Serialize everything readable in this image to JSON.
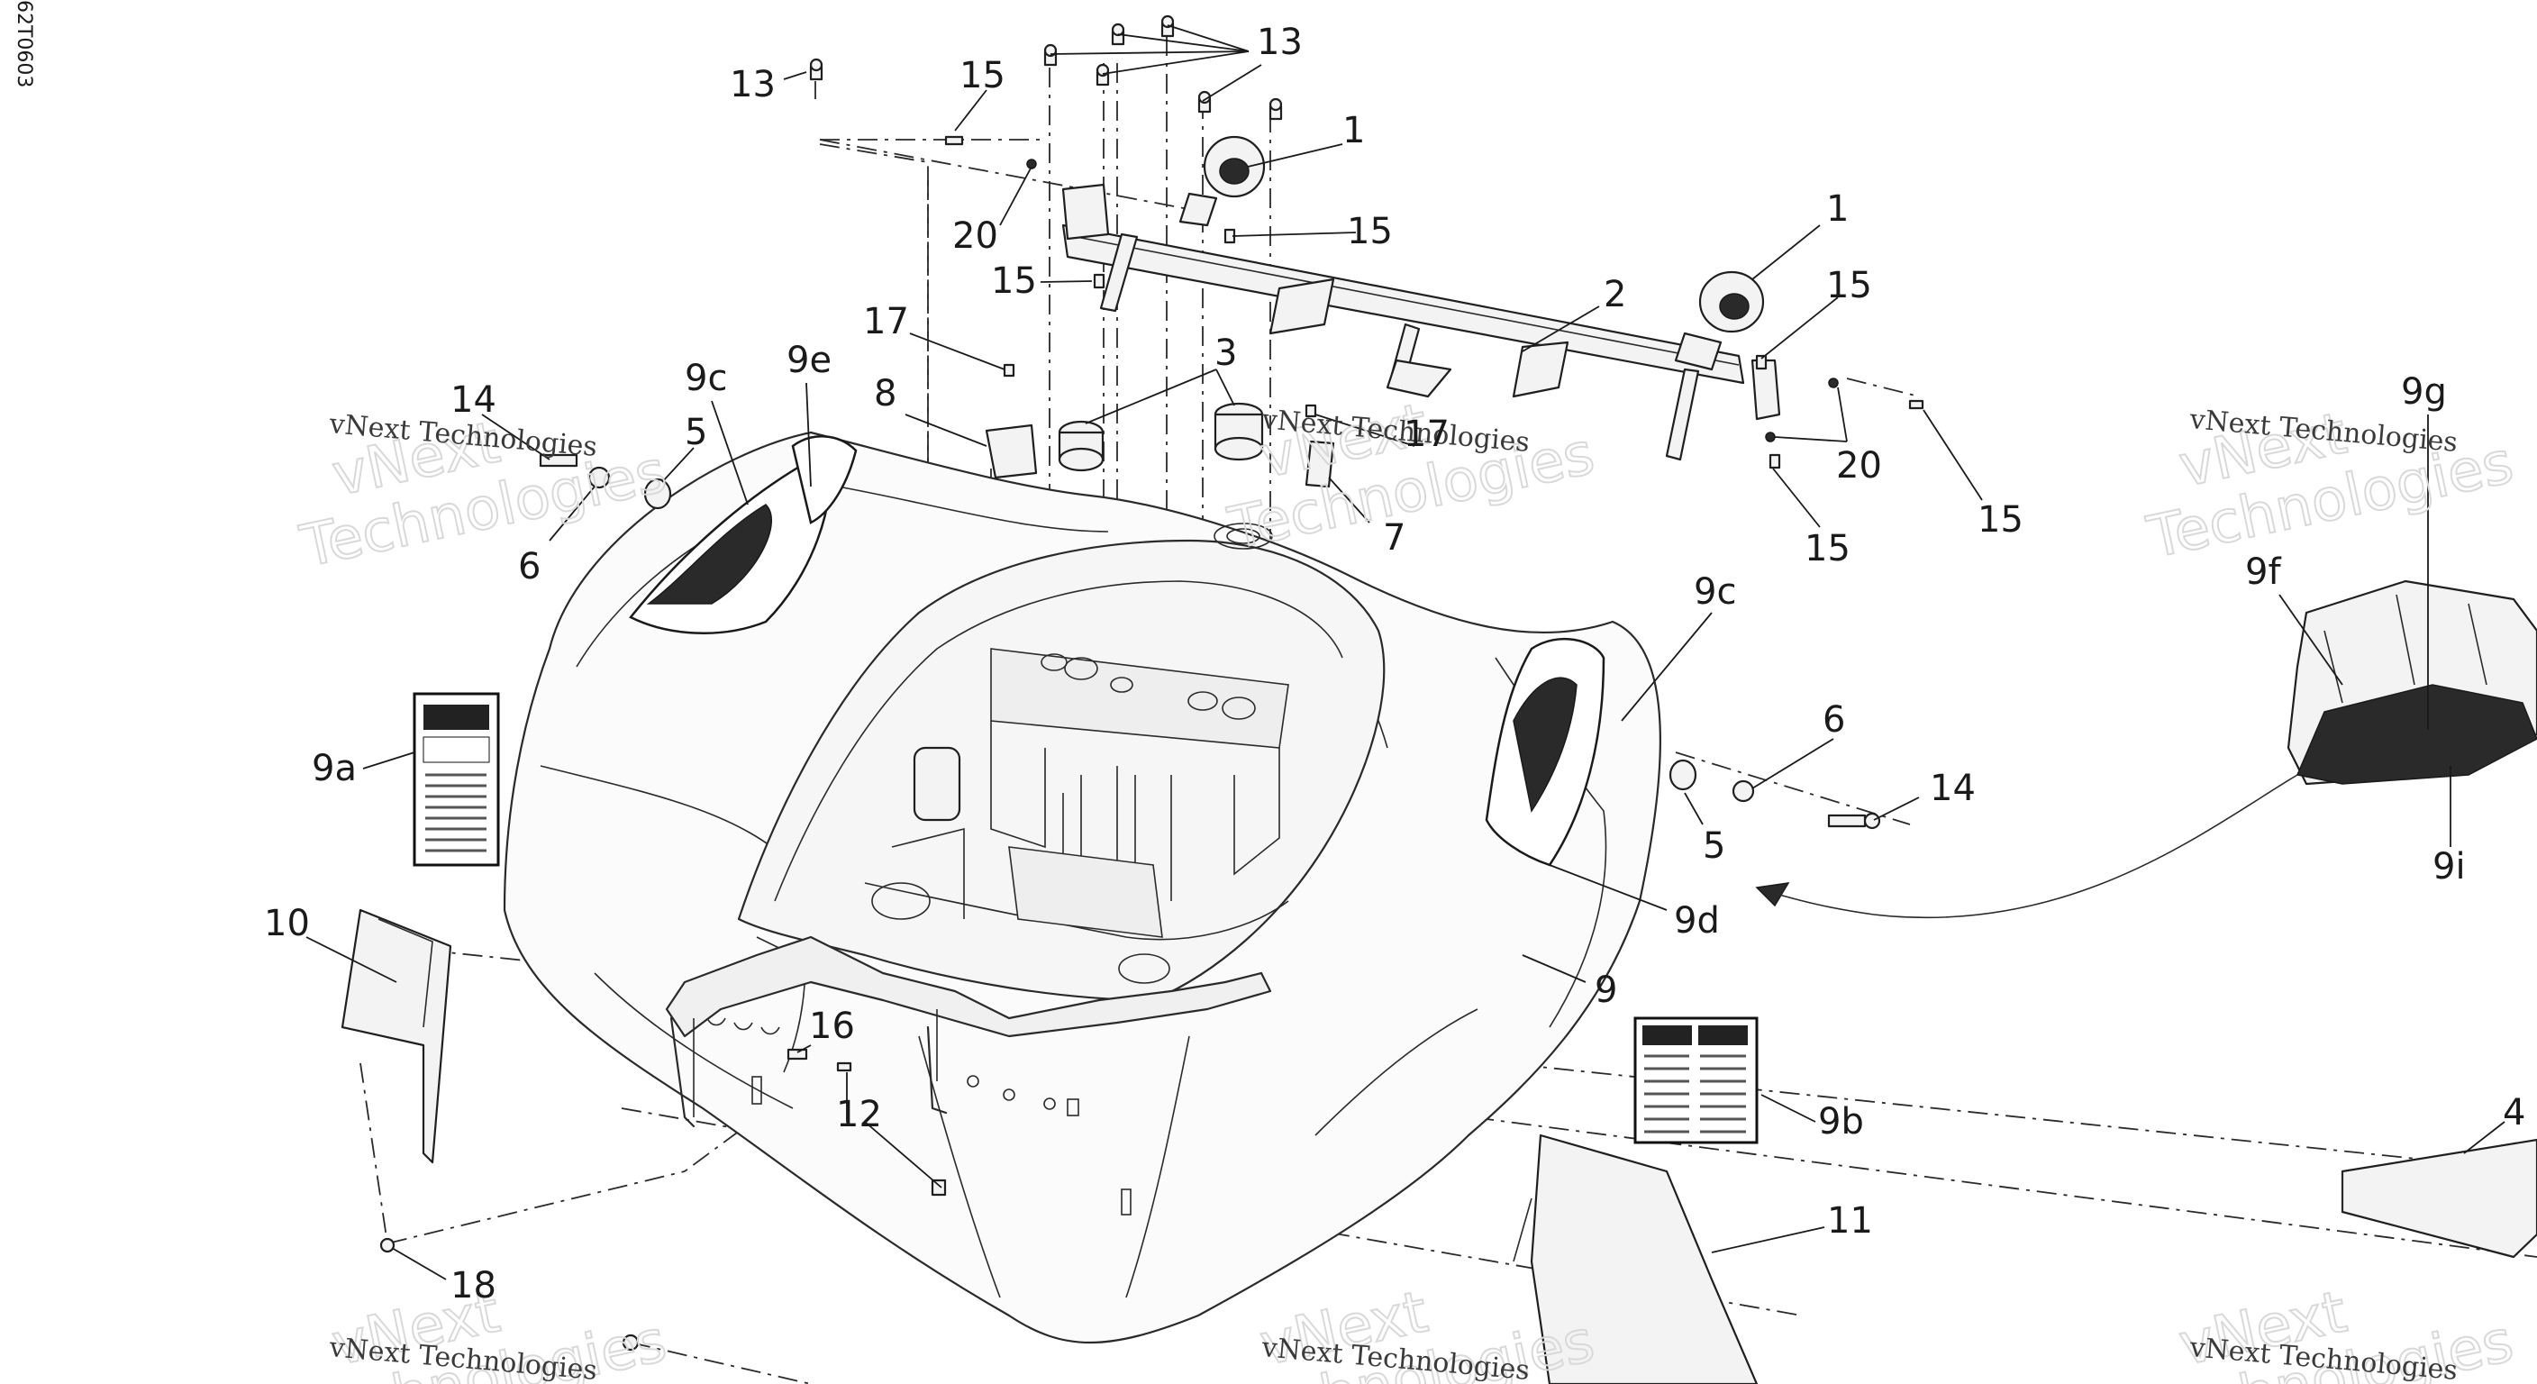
{
  "drawing_code": "62T0603",
  "watermark": {
    "line1": "vNext",
    "line2": "Technologies",
    "caption": "vNext Technologies"
  },
  "callouts": [
    {
      "id": "c1",
      "label": "13"
    },
    {
      "id": "c2",
      "label": "15"
    },
    {
      "id": "c3",
      "label": "13"
    },
    {
      "id": "c4",
      "label": "1"
    },
    {
      "id": "c5",
      "label": "20"
    },
    {
      "id": "c6",
      "label": "15"
    },
    {
      "id": "c7",
      "label": "15"
    },
    {
      "id": "c8",
      "label": "1"
    },
    {
      "id": "c9",
      "label": "15"
    },
    {
      "id": "c10",
      "label": "2"
    },
    {
      "id": "c11",
      "label": "17"
    },
    {
      "id": "c12",
      "label": "3"
    },
    {
      "id": "c13",
      "label": "8"
    },
    {
      "id": "c14",
      "label": "9c"
    },
    {
      "id": "c15",
      "label": "9e"
    },
    {
      "id": "c16",
      "label": "14"
    },
    {
      "id": "c17",
      "label": "5"
    },
    {
      "id": "c18",
      "label": "6"
    },
    {
      "id": "c19",
      "label": "17"
    },
    {
      "id": "c20",
      "label": "7"
    },
    {
      "id": "c21",
      "label": "20"
    },
    {
      "id": "c22",
      "label": "15"
    },
    {
      "id": "c23",
      "label": "15"
    },
    {
      "id": "c24",
      "label": "9g"
    },
    {
      "id": "c25",
      "label": "9f"
    },
    {
      "id": "c26",
      "label": "9c"
    },
    {
      "id": "c27",
      "label": "6"
    },
    {
      "id": "c28",
      "label": "14"
    },
    {
      "id": "c29",
      "label": "5"
    },
    {
      "id": "c30",
      "label": "9i"
    },
    {
      "id": "c31",
      "label": "9a"
    },
    {
      "id": "c32",
      "label": "9d"
    },
    {
      "id": "c33",
      "label": "10"
    },
    {
      "id": "c34",
      "label": "9"
    },
    {
      "id": "c35",
      "label": "16"
    },
    {
      "id": "c36",
      "label": "12"
    },
    {
      "id": "c37",
      "label": "9b"
    },
    {
      "id": "c38",
      "label": "4"
    },
    {
      "id": "c39",
      "label": "11"
    },
    {
      "id": "c40",
      "label": "18"
    }
  ],
  "colors": {
    "ink": "#1a1a1a",
    "watermark": "#d9d9d9",
    "background": "#ffffff"
  }
}
